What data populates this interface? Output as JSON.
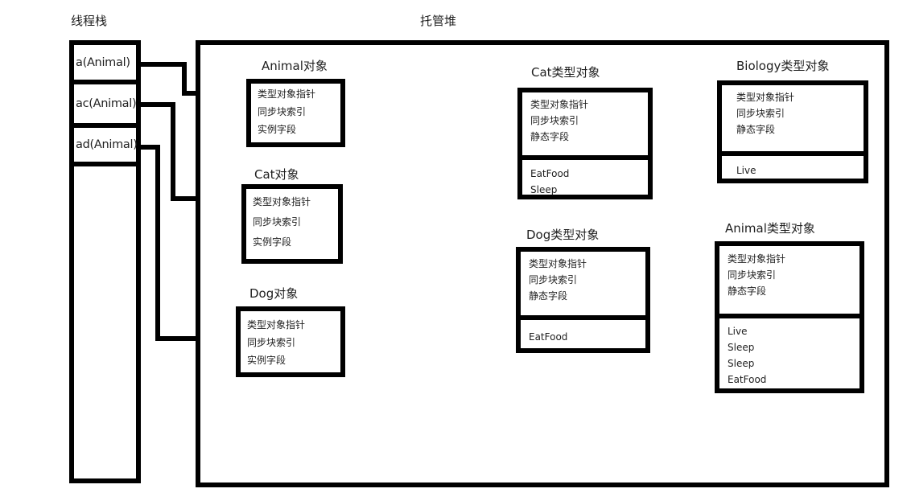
{
  "labels": {
    "thread_stack": "线程栈",
    "managed_heap": "托管堆"
  },
  "stack": {
    "items": [
      {
        "label": "a(Animal)"
      },
      {
        "label": "ac(Animal)"
      },
      {
        "label": "ad(Animal)"
      }
    ]
  },
  "heap": {
    "instance_objects": [
      {
        "title": "Animal对象",
        "fields": [
          "类型对象指针",
          "同步块索引",
          "实例字段"
        ]
      },
      {
        "title": "Cat对象",
        "fields": [
          "类型对象指针",
          "同步块索引",
          "实例字段"
        ]
      },
      {
        "title": "Dog对象",
        "fields": [
          "类型对象指针",
          "同步块索引",
          "实例字段"
        ]
      }
    ],
    "type_objects": [
      {
        "title": "Cat类型对象",
        "fields": [
          "类型对象指针",
          "同步块索引",
          "静态字段"
        ],
        "methods": [
          "EatFood",
          "Sleep"
        ]
      },
      {
        "title": "Dog类型对象",
        "fields": [
          "类型对象指针",
          "同步块索引",
          "静态字段"
        ],
        "methods": [
          "EatFood"
        ]
      },
      {
        "title": "Biology类型对象",
        "fields": [
          "类型对象指针",
          "同步块索引",
          "静态字段"
        ],
        "methods": [
          "Live"
        ]
      },
      {
        "title": "Animal类型对象",
        "fields": [
          "类型对象指针",
          "同步块索引",
          "静态字段"
        ],
        "methods": [
          "Live",
          "Sleep",
          "Sleep",
          "EatFood"
        ]
      }
    ]
  },
  "colors": {
    "line": "#000000",
    "background": "#ffffff",
    "text": "#1f1f1f"
  }
}
